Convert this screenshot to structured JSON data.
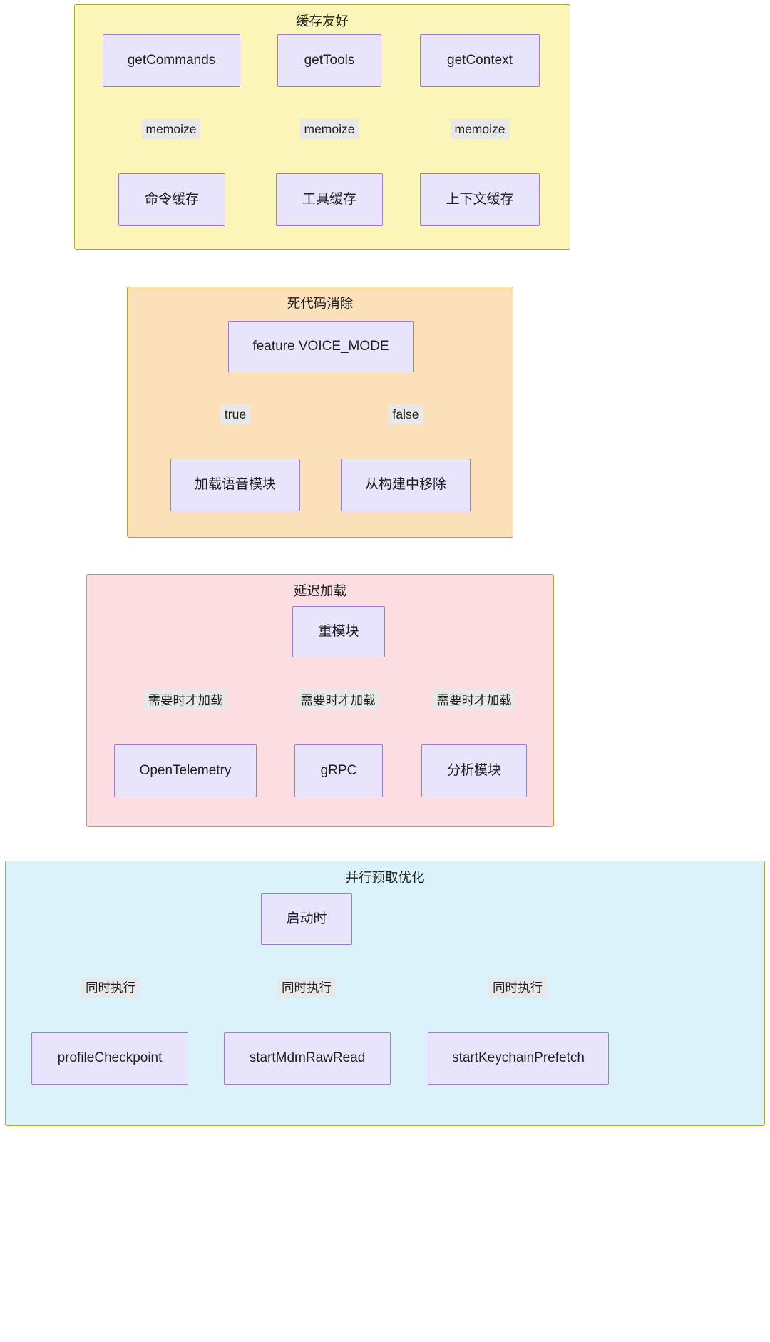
{
  "diagram": {
    "type": "flowchart",
    "title": "",
    "palette": {
      "panel_cache_bg": "#fcf5b8",
      "panel_dead_bg": "#fce0b9",
      "panel_lazy_bg": "#fcdde1",
      "panel_prefetch_bg": "#dbf2fb",
      "panel_border": "#aaaa33",
      "node_bg": "#e8e4fb",
      "node_border": "#9d7bd8",
      "edge_color": "#333333",
      "edge_label_bg": "#e8e8e8",
      "text_color": "#1f2020"
    }
  },
  "panels": [
    {
      "id": "cache-friendly",
      "title": "缓存友好",
      "nodes": [
        {
          "id": "getCommands",
          "label": "getCommands"
        },
        {
          "id": "getTools",
          "label": "getTools"
        },
        {
          "id": "getContext",
          "label": "getContext"
        },
        {
          "id": "commandCache",
          "label": "命令缓存"
        },
        {
          "id": "toolCache",
          "label": "工具缓存"
        },
        {
          "id": "contextCache",
          "label": "上下文缓存"
        }
      ],
      "edges": [
        {
          "from": "getCommands",
          "to": "commandCache",
          "label": "memoize"
        },
        {
          "from": "getTools",
          "to": "toolCache",
          "label": "memoize"
        },
        {
          "from": "getContext",
          "to": "contextCache",
          "label": "memoize"
        }
      ]
    },
    {
      "id": "dead-code-elimination",
      "title": "死代码消除",
      "nodes": [
        {
          "id": "featureVoiceMode",
          "label": "feature VOICE_MODE"
        },
        {
          "id": "loadVoiceModule",
          "label": "加载语音模块"
        },
        {
          "id": "removeFromBuild",
          "label": "从构建中移除"
        }
      ],
      "edges": [
        {
          "from": "featureVoiceMode",
          "to": "loadVoiceModule",
          "label": "true"
        },
        {
          "from": "featureVoiceMode",
          "to": "removeFromBuild",
          "label": "false"
        }
      ]
    },
    {
      "id": "lazy-loading",
      "title": "延迟加载",
      "nodes": [
        {
          "id": "heavyModule",
          "label": "重模块"
        },
        {
          "id": "openTelemetry",
          "label": "OpenTelemetry"
        },
        {
          "id": "grpc",
          "label": "gRPC"
        },
        {
          "id": "analyticsModule",
          "label": "分析模块"
        }
      ],
      "edges": [
        {
          "from": "heavyModule",
          "to": "openTelemetry",
          "label": "需要时才加载"
        },
        {
          "from": "heavyModule",
          "to": "grpc",
          "label": "需要时才加载"
        },
        {
          "from": "heavyModule",
          "to": "analyticsModule",
          "label": "需要时才加载"
        }
      ]
    },
    {
      "id": "parallel-prefetch-optimization",
      "title": "并行预取优化",
      "nodes": [
        {
          "id": "atStartup",
          "label": "启动时"
        },
        {
          "id": "profileCheckpoint",
          "label": "profileCheckpoint"
        },
        {
          "id": "startMdmRawRead",
          "label": "startMdmRawRead"
        },
        {
          "id": "startKeychainPrefetch",
          "label": "startKeychainPrefetch"
        }
      ],
      "edges": [
        {
          "from": "atStartup",
          "to": "profileCheckpoint",
          "label": "同时执行"
        },
        {
          "from": "atStartup",
          "to": "startMdmRawRead",
          "label": "同时执行"
        },
        {
          "from": "atStartup",
          "to": "startKeychainPrefetch",
          "label": "同时执行"
        }
      ]
    }
  ]
}
